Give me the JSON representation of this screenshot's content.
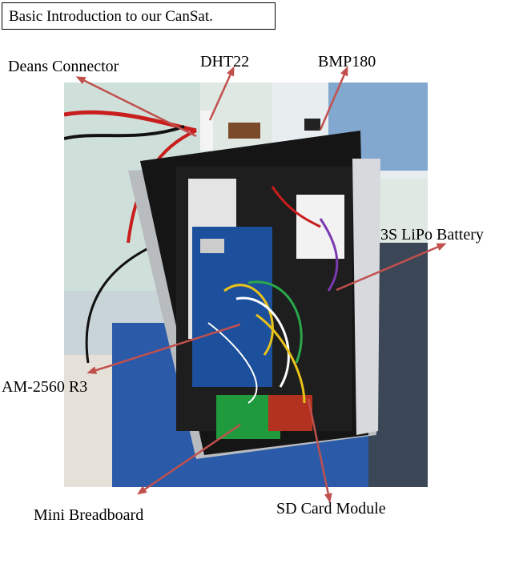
{
  "title": "Basic Introduction to our CanSat.",
  "labels": {
    "deans_connector": "Deans Connector",
    "dht22": "DHT22",
    "bmp180": "BMP180",
    "lipo_battery": "3S LiPo Battery",
    "am2560": "AM-2560 R3",
    "mini_breadboard": "Mini Breadboard",
    "sd_card_module": "SD Card Module"
  },
  "colors": {
    "arrow": "#c0504d",
    "background_wall": "#dfe8e2",
    "table_blue": "#2a5aa8",
    "enclosure_black": "#151515",
    "board_blue": "#1c4f9c",
    "breadboard_green": "#1f9a3c",
    "sd_module_red": "#b3321f"
  }
}
